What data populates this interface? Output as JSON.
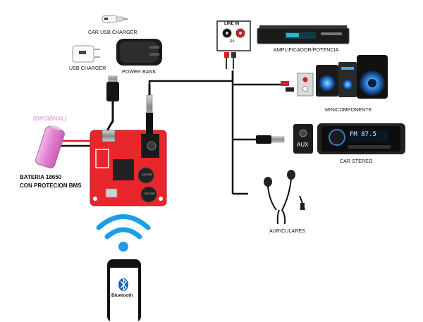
{
  "labels": {
    "car_usb_charger": "CAR USB CHARGER",
    "usb_charger": "USB CHARGER",
    "power_bank": "POWER BANK",
    "opcional": "(OPCIONAL)",
    "bateria_line1": "BATERIA 18650",
    "bateria_line2": "CON PROTECION BMS",
    "line_in": "LINE IN",
    "line_in_rl": "R/L",
    "amplificador": "AMPLIFICADOR/POTENCIA",
    "minicomponente": "MINICOMPONENTE",
    "aux": "AUX",
    "car_stereo": "CAR STEREO",
    "car_stereo_display": "FM 87.5",
    "auriculares": "AURICULARES",
    "bluetooth": "Bluetooth",
    "cap1": "220 10V",
    "cap2": "220 10V"
  },
  "colors": {
    "board_red": "#e8262b",
    "cable_black": "#111111",
    "battery_pink": "#e98fd4",
    "wifi_blue": "#1e9ce8",
    "opcional_pink": "#e9a6de",
    "rca_red": "#d42020"
  }
}
